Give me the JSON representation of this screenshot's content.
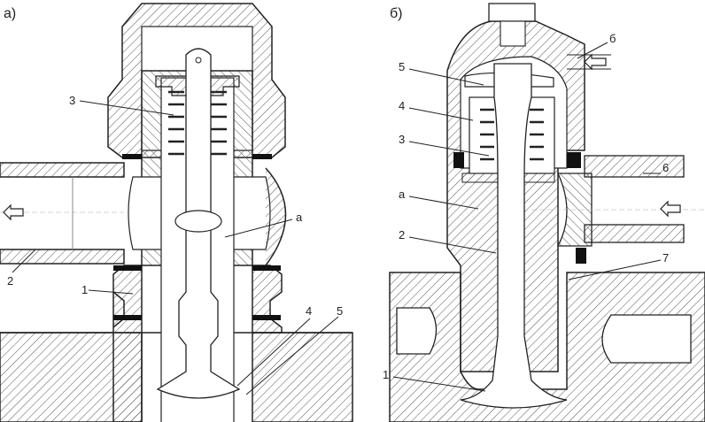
{
  "panel_a": {
    "title": "а)",
    "labels": [
      "3",
      "a",
      "2",
      "1",
      "4",
      "5"
    ]
  },
  "panel_b": {
    "title": "б)",
    "labels": [
      "5",
      "4",
      "3",
      "a",
      "2",
      "1",
      "б",
      "6",
      "7"
    ]
  },
  "colors": {
    "ink": "#222222",
    "hatch": "#555555",
    "paper": "#ffffff",
    "seal": "#111111"
  }
}
